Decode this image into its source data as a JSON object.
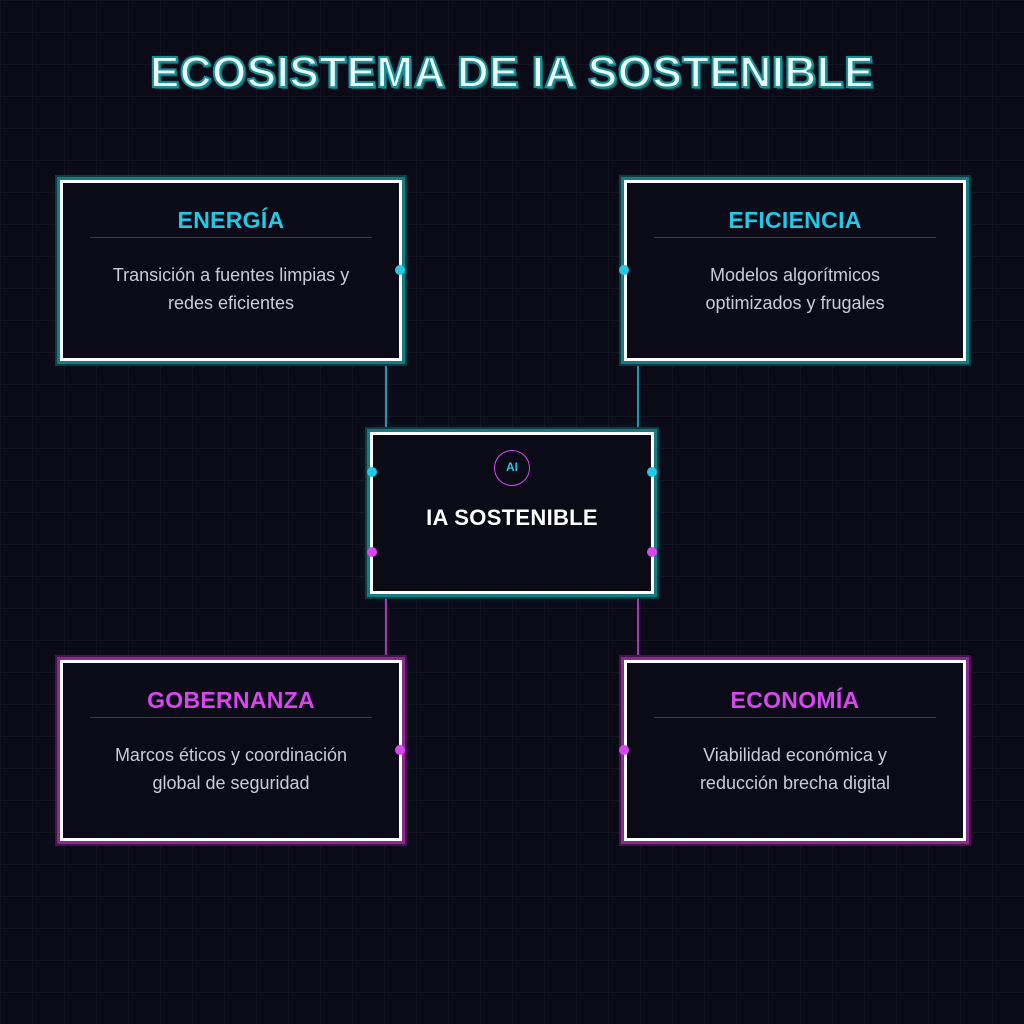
{
  "title": "ECOSISTEMA DE IA SOSTENIBLE",
  "center": {
    "badge": "AI",
    "label": "IA SOSTENIBLE"
  },
  "nodes": [
    {
      "title": "ENERGÍA",
      "desc_line1": "Transición a fuentes limpias y",
      "desc_line2": "redes eficientes",
      "color": "#22c8e6"
    },
    {
      "title": "EFICIENCIA",
      "desc_line1": "Modelos algorítmicos",
      "desc_line2": "optimizados y frugales",
      "color": "#22c8e6"
    },
    {
      "title": "GOBERNANZA",
      "desc_line1": "Marcos éticos y coordinación",
      "desc_line2": "global de seguridad",
      "color": "#d946ef"
    },
    {
      "title": "ECONOMÍA",
      "desc_line1": "Viabilidad económica y",
      "desc_line2": "reducción brecha digital",
      "color": "#d946ef"
    }
  ],
  "colors": {
    "cyan": "#22c8e6",
    "magenta": "#d946ef",
    "background": "#0b0b18"
  }
}
